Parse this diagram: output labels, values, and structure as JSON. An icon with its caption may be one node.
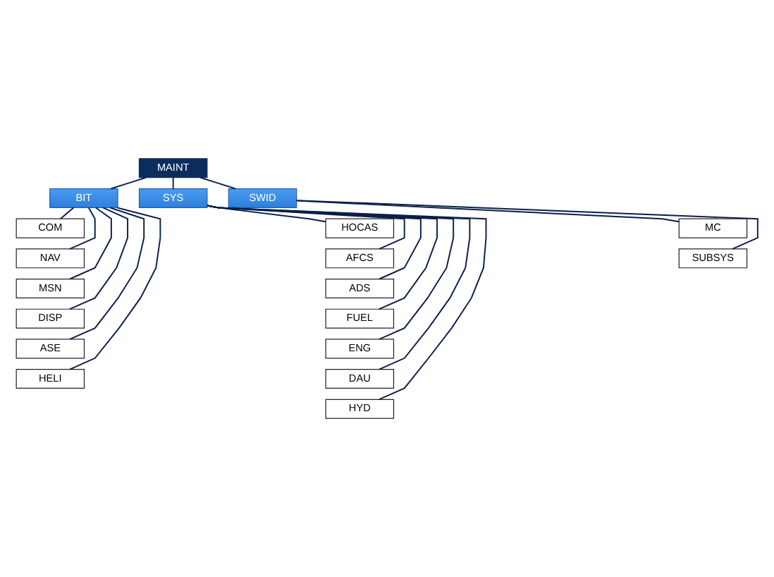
{
  "diagram": {
    "nodes": [
      {
        "text": [
          "MAINT"
        ]
      },
      {
        "text": [
          "BIT"
        ]
      },
      {
        "text": [
          "SYS"
        ]
      },
      {
        "text": [
          "SWID"
        ]
      },
      {
        "text": [
          "COM"
        ]
      },
      {
        "text": [
          "NAV"
        ]
      },
      {
        "text": [
          "MSN"
        ]
      },
      {
        "text": [
          "DISP"
        ]
      },
      {
        "text": [
          "ASE"
        ]
      },
      {
        "text": [
          "HELI"
        ]
      },
      {
        "text": [
          "HOCAS"
        ]
      },
      {
        "text": [
          "AFCS"
        ]
      },
      {
        "text": [
          "ADS"
        ]
      },
      {
        "text": [
          "FUEL"
        ]
      },
      {
        "text": [
          "ENG"
        ]
      },
      {
        "text": [
          "DAU"
        ]
      },
      {
        "text": [
          "HYD"
        ]
      },
      {
        "text": [
          "MC"
        ]
      },
      {
        "text": [
          "SUBSYS"
        ]
      }
    ],
    "edges": [
      {
        "from": 0,
        "to": 1,
        "arrow": "none"
      },
      {
        "from": 0,
        "to": 2,
        "arrow": "none"
      },
      {
        "from": 0,
        "to": 3,
        "arrow": "none"
      },
      {
        "from": 1,
        "to": 4,
        "arrow": "none"
      },
      {
        "from": 1,
        "to": 5,
        "arrow": "none"
      },
      {
        "from": 1,
        "to": 6,
        "arrow": "none"
      },
      {
        "from": 1,
        "to": 7,
        "arrow": "none"
      },
      {
        "from": 1,
        "to": 8,
        "arrow": "none"
      },
      {
        "from": 1,
        "to": 9,
        "arrow": "none"
      },
      {
        "from": 2,
        "to": 10,
        "arrow": "none"
      },
      {
        "from": 2,
        "to": 11,
        "arrow": "none"
      },
      {
        "from": 2,
        "to": 12,
        "arrow": "none"
      },
      {
        "from": 2,
        "to": 13,
        "arrow": "none"
      },
      {
        "from": 2,
        "to": 14,
        "arrow": "none"
      },
      {
        "from": 2,
        "to": 15,
        "arrow": "none"
      },
      {
        "from": 2,
        "to": 16,
        "arrow": "none"
      },
      {
        "from": 3,
        "to": 17,
        "arrow": "none"
      },
      {
        "from": 3,
        "to": 18,
        "arrow": "none"
      }
    ]
  }
}
